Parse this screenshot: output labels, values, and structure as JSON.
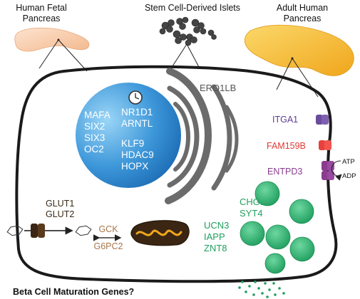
{
  "headers": {
    "fetal_line1": "Human Fetal",
    "fetal_line2": "Pancreas",
    "stem": "Stem Cell-Derived Islets",
    "adult_line1": "Adult Human",
    "adult_line2": "Pancreas"
  },
  "nucleus_genes": {
    "left": [
      "MAFA",
      "SIX2",
      "SIX3",
      "OC2"
    ],
    "right_top": [
      "NR1D1",
      "ARNTL"
    ],
    "right_bottom": [
      "KLF9",
      "HDAC9",
      "HOPX"
    ]
  },
  "er_label": "ERO1LB",
  "membrane_genes": {
    "itga1": "ITGA1",
    "fam159b": "FAM159B",
    "entpd3": "ENTPD3",
    "atp": "ATP",
    "adp": "ADP"
  },
  "glut": [
    "GLUT1",
    "GLUT2"
  ],
  "gck": [
    "GCK",
    "G6PC2"
  ],
  "granule_genes": [
    "CHGB",
    "SYT4",
    "UCN3",
    "IAPP",
    "ZNT8"
  ],
  "footer": "Beta Cell Maturation Genes?",
  "colors": {
    "nucleus": "#2e86d1",
    "nucleus_light": "#7cc4f2",
    "er": "#666666",
    "itga1": "#6a4c9c",
    "fam159b": "#e8413c",
    "entpd3": "#8a3c8f",
    "granule": "#2bb472",
    "gck_text": "#a8774a",
    "glut_text": "#3a2a18",
    "fetal_pancreas": "#f6c9a6",
    "adult_pancreas": "#f2b52b"
  }
}
